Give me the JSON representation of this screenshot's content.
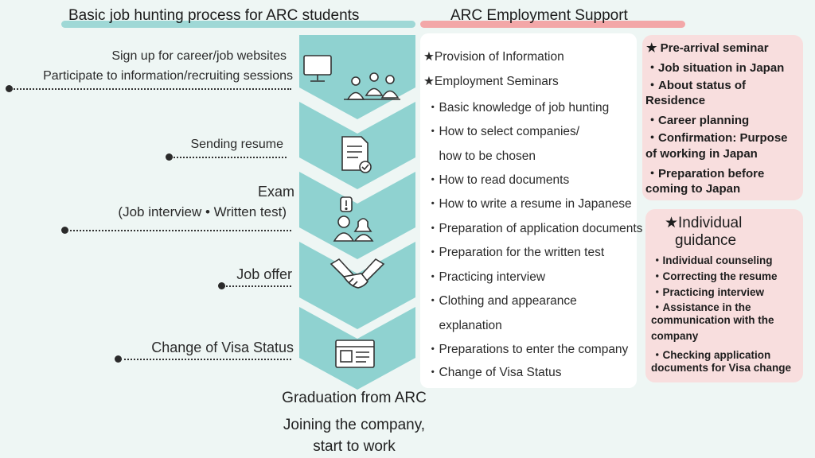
{
  "headers": {
    "left": "Basic job hunting process for ARC students",
    "right": "ARC Employment Support"
  },
  "colors": {
    "teal": "#8fd2d0",
    "teal_bar": "#9fd8d6",
    "pink": "#f8dede",
    "pink_bar": "#f3a7a8"
  },
  "steps": [
    {
      "line1": "Sign up for career/job websites",
      "line2": "Participate to information/recruiting sessions",
      "icon": "computer-and-people-icon"
    },
    {
      "line1": "Sending resume",
      "icon": "document-check-icon"
    },
    {
      "line1": "Exam",
      "line2": "(Job interview • Written test)",
      "icon": "interview-icon"
    },
    {
      "line1": "Job offer",
      "icon": "handshake-icon"
    },
    {
      "line1": "Change of Visa Status",
      "icon": "card-icon"
    }
  ],
  "footer": {
    "graduation": "Graduation from ARC",
    "joining_line1": "Joining the company,",
    "joining_line2": "start to work"
  },
  "support_list": [
    "★Provision of Information",
    "★Employment Seminars",
    "・Basic knowledge of job hunting",
    "・How to select companies/",
    "　how to be chosen",
    "・How to read documents",
    "・How to write a resume in Japanese",
    "・Preparation of application documents",
    "・Preparation for the written test",
    "・Practicing interview",
    "・Clothing and appearance",
    "　explanation",
    "・Preparations to enter the company",
    "・Change of Visa Status"
  ],
  "pre_arrival": [
    "★ Pre-arrival seminar",
    "・Job situation in Japan",
    "・About status of",
    "Residence",
    "・Career planning",
    "・Confirmation: Purpose",
    "of working in Japan",
    "・Preparation before",
    "coming to Japan"
  ],
  "individual": {
    "title_line1": "★Individual",
    "title_line2": "guidance",
    "items": [
      "・Individual counseling",
      "・Correcting the resume",
      "・Practicing interview",
      "・Assistance in the",
      "communication with the",
      "company",
      "・Checking application",
      "documents for Visa change"
    ]
  }
}
